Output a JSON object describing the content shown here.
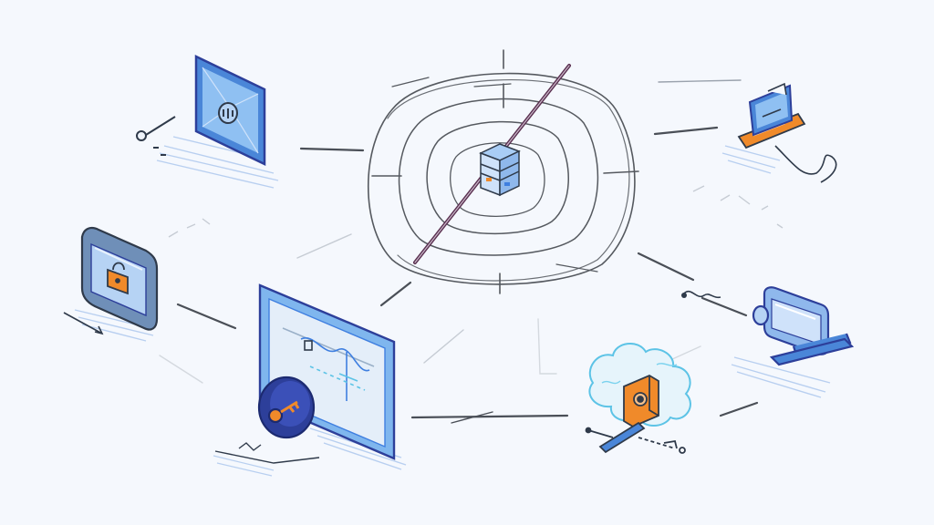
{
  "colors": {
    "background": "#f5f8fd",
    "ink": "#2f3a4a",
    "sketch": "#5a5f66",
    "blue": "#3f7fe0",
    "light_blue": "#9cc4f2",
    "pale_blue": "#cfe2fa",
    "navy": "#2d3f9a",
    "orange": "#f08a2a",
    "cyan": "#5cc3e6",
    "shadow_lines": "#b8cff0"
  },
  "hub": {
    "icon": "server-stack-icon",
    "label": "central-hub"
  },
  "nodes": [
    {
      "name": "locked-tablet-node",
      "icon": "lock-screen-icon"
    },
    {
      "name": "laptop-node",
      "icon": "laptop-icon"
    },
    {
      "name": "shield-lock-node",
      "icon": "padlock-icon"
    },
    {
      "name": "document-screen-node",
      "icon": "key-disk-icon"
    },
    {
      "name": "cloud-lock-node",
      "icon": "cloud-key-icon"
    },
    {
      "name": "monitor-node",
      "icon": "monitor-icon"
    }
  ]
}
